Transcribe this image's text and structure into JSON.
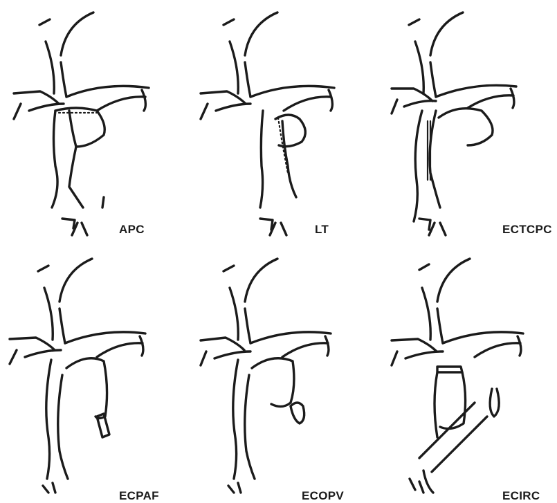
{
  "panels": [
    {
      "label": "APC"
    },
    {
      "label": "LT"
    },
    {
      "label": "ECTCPC"
    },
    {
      "label": "ECPAF"
    },
    {
      "label": "ECOPV"
    },
    {
      "label": "ECIRC"
    }
  ]
}
